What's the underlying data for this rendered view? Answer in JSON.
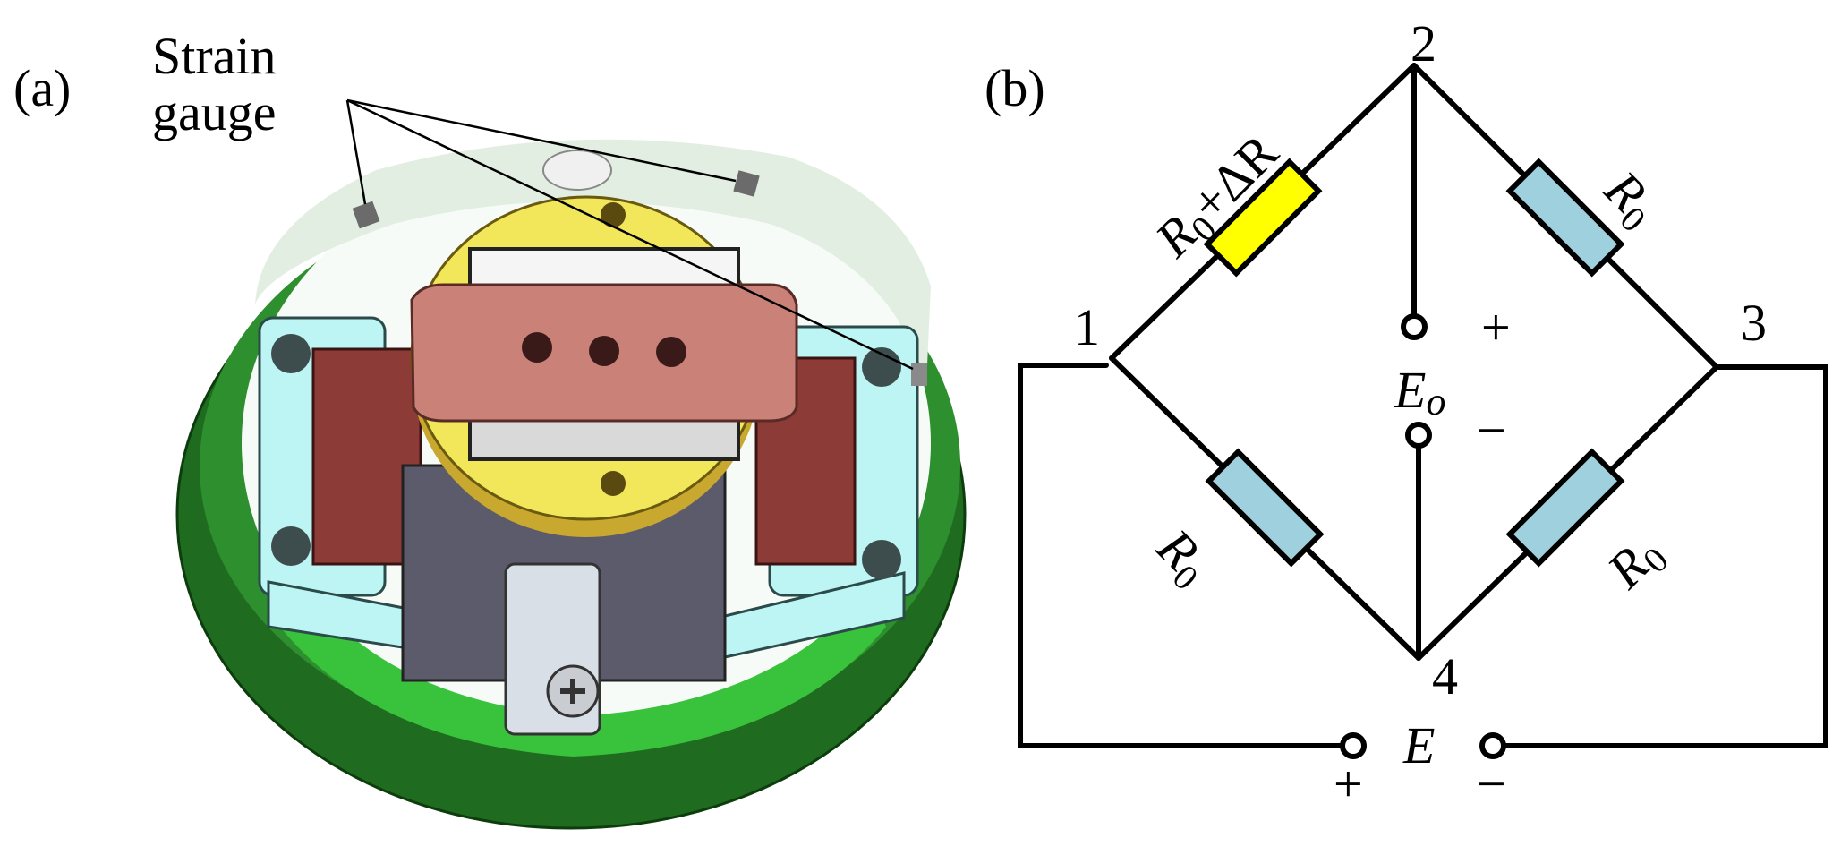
{
  "panel_a": {
    "label": "(a)",
    "annotation_line1": "Strain",
    "annotation_line2": "gauge"
  },
  "panel_b": {
    "label": "(b)",
    "nodes": {
      "n1": "1",
      "n2": "2",
      "n3": "3",
      "n4": "4"
    },
    "resistors": {
      "r12_base": "R",
      "r12_sub": "0",
      "r12_rest": "+ΔR",
      "r23_base": "R",
      "r23_sub": "0",
      "r14_base": "R",
      "r14_sub": "0",
      "r34_base": "R",
      "r34_sub": "0"
    },
    "output": {
      "base": "E",
      "sub": "o",
      "plus": "+",
      "minus": "−"
    },
    "supply": {
      "label": "E",
      "plus": "+",
      "minus": "−"
    }
  },
  "colors": {
    "outer_ring": "#1f6b1f",
    "inner_green": "#39c23b",
    "yellow_disk": "#f2e65a",
    "copper": "#c98178",
    "light_blue": "#bdf4f4",
    "grey_block": "#5b5b6b",
    "strained_resistor": "#ffff00",
    "resistor": "#9fd0dd"
  }
}
